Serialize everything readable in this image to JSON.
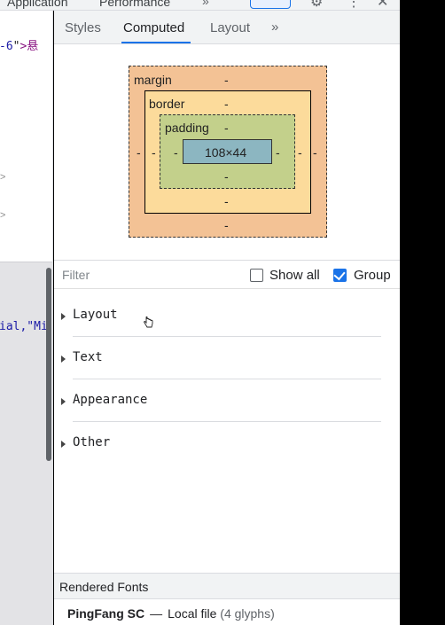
{
  "toolbar": {
    "tab_application": "Application",
    "tab_performance": "Performance",
    "more_tabs_glyph": "»",
    "settings_glyph": "⚙",
    "menu_glyph": "⋮",
    "close_glyph": "✕"
  },
  "elements_panel": {
    "code_line_1_prefix": "-6",
    "code_line_1_quote": "\"",
    "code_line_1_suffix": ">悬",
    "chevron_1": ">",
    "chevron_2": ">",
    "code_line_2": "ial,\"Mi"
  },
  "tabs": {
    "styles": "Styles",
    "computed": "Computed",
    "layout": "Layout",
    "more": "»"
  },
  "box_model": {
    "margin_label": "margin",
    "border_label": "border",
    "padding_label": "padding",
    "content_size": "108×44",
    "empty_value": "-"
  },
  "filter": {
    "placeholder": "Filter",
    "show_all_label": "Show all",
    "group_label": "Group",
    "show_all_checked": false,
    "group_checked": true
  },
  "groups": [
    {
      "name": "Layout"
    },
    {
      "name": "Text"
    },
    {
      "name": "Appearance"
    },
    {
      "name": "Other"
    }
  ],
  "rendered_fonts": {
    "title": "Rendered Fonts",
    "font_name": "PingFang SC",
    "dash": "—",
    "source": "Local file",
    "glyph_count": "(4 glyphs)"
  },
  "colors": {
    "accent": "#1a73e8",
    "margin": "#f3c295",
    "border": "#fcdb9b",
    "padding": "#c3d08b",
    "content": "#8cb6c1"
  }
}
